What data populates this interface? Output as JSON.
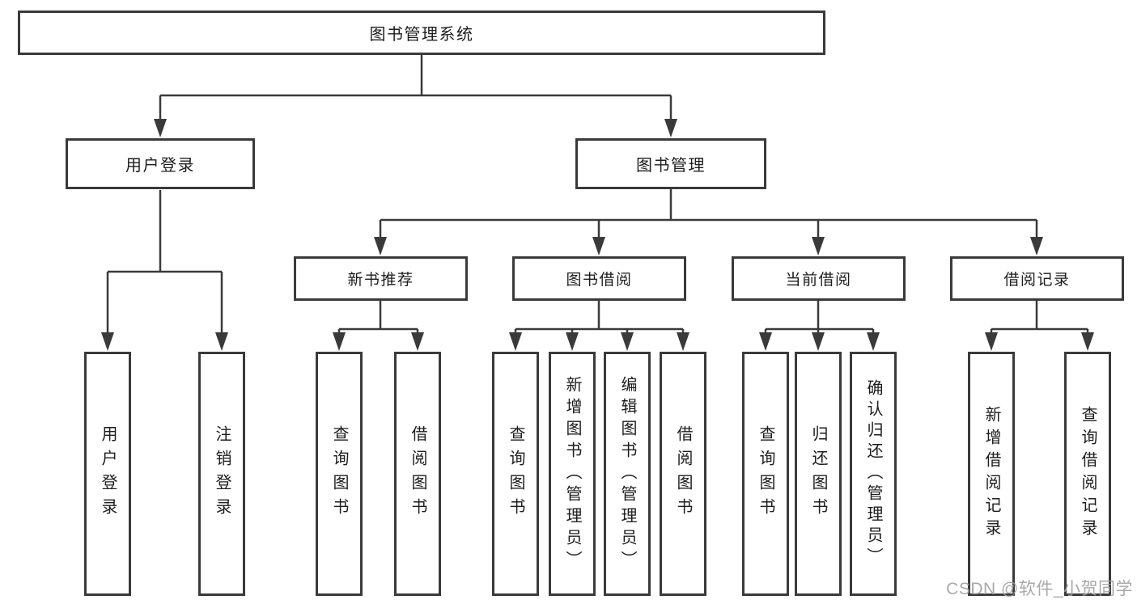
{
  "tree": {
    "label": "图书管理系统",
    "children": [
      {
        "label": "用户登录",
        "children": [
          {
            "label": "用户登录"
          },
          {
            "label": "注销登录"
          }
        ]
      },
      {
        "label": "图书管理",
        "children": [
          {
            "label": "新书推荐",
            "children": [
              {
                "label": "查询图书"
              },
              {
                "label": "借阅图书"
              }
            ]
          },
          {
            "label": "图书借阅",
            "children": [
              {
                "label": "查询图书"
              },
              {
                "label": "新增图书（管理员）"
              },
              {
                "label": "编辑图书（管理员）"
              },
              {
                "label": "借阅图书"
              }
            ]
          },
          {
            "label": "当前借阅",
            "children": [
              {
                "label": "查询图书"
              },
              {
                "label": "归还图书"
              },
              {
                "label": "确认归还（管理员）"
              }
            ]
          },
          {
            "label": "借阅记录",
            "children": [
              {
                "label": "新增借阅记录"
              },
              {
                "label": "查询借阅记录"
              }
            ]
          }
        ]
      }
    ]
  },
  "watermark": {
    "text": "CSDN @软件_小贺同学",
    "color": "#9e9e9e"
  },
  "colors": {
    "line": "#3a3a3a",
    "box_border": "#3a3a3a",
    "text": "#1d1d1d",
    "background": "#ffffff"
  }
}
